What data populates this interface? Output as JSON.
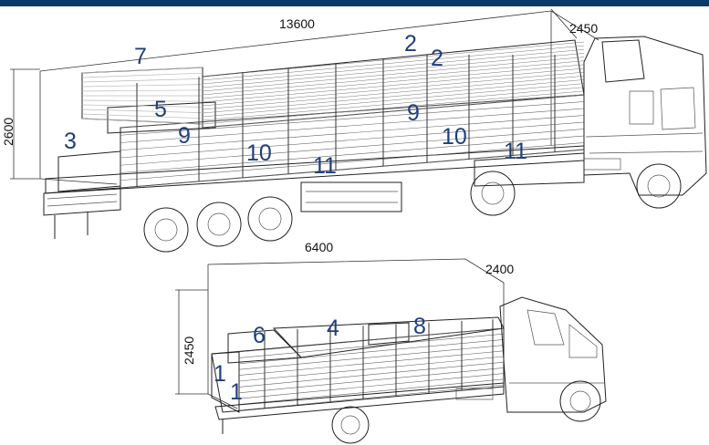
{
  "colors": {
    "top_bar": "#0c3a68",
    "label": "#1f3f7a",
    "line": "#222222",
    "fill_light": "#f4f4f4",
    "fill_mid": "#e2e2e2",
    "fill_dark": "#3a3a3a"
  },
  "semitrailer": {
    "length": "13600",
    "width": "2450",
    "height": "2600",
    "labels": [
      "7",
      "2",
      "2",
      "5",
      "3",
      "9",
      "10",
      "11",
      "9",
      "10",
      "11"
    ]
  },
  "truck": {
    "length": "6400",
    "width": "2400",
    "height": "2450",
    "labels": [
      "6",
      "4",
      "8",
      "1",
      "1"
    ]
  }
}
